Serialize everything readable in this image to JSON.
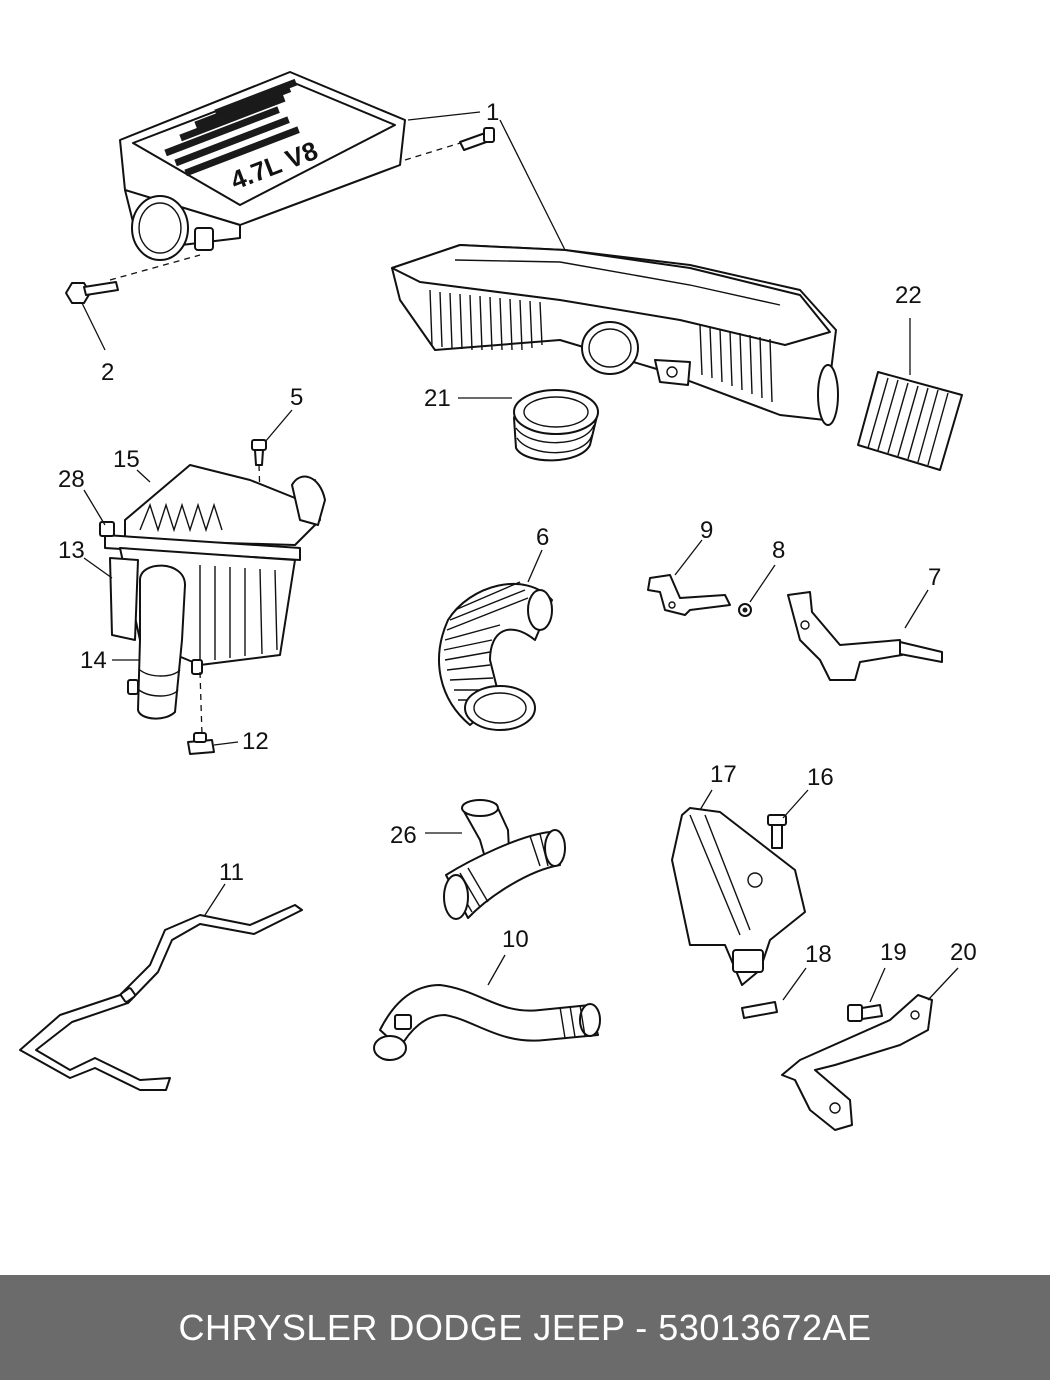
{
  "diagram": {
    "cover_emboss": "4.7L V8",
    "callouts": {
      "c1": "1",
      "c2": "2",
      "c5": "5",
      "c6": "6",
      "c7": "7",
      "c8": "8",
      "c9": "9",
      "c10": "10",
      "c11": "11",
      "c12": "12",
      "c13": "13",
      "c14": "14",
      "c15": "15",
      "c16": "16",
      "c17": "17",
      "c18": "18",
      "c19": "19",
      "c20": "20",
      "c21": "21",
      "c22": "22",
      "c26": "26",
      "c28": "28"
    }
  },
  "footer": {
    "caption": "CHRYSLER DODGE JEEP - 53013672AE"
  },
  "colors": {
    "footer_background": "#6b6b6b",
    "footer_text": "#ffffff",
    "line_art": "#111111"
  }
}
